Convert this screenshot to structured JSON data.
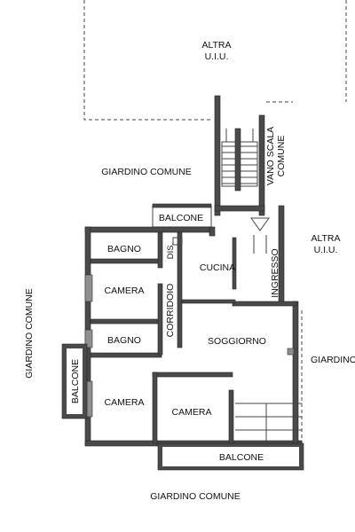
{
  "labels": {
    "altra_top_1": "ALTRA",
    "altra_top_2": "U.I.U.",
    "vano_scala": "VANO SCALA",
    "comune": "COMUNE",
    "giardino_top": "GIARDINO COMUNE",
    "balcone_top": "BALCONE",
    "altra_right_1": "ALTRA",
    "altra_right_2": "U.I.U.",
    "bagno_top": "BAGNO",
    "dis": "DIS.",
    "cucina": "CUCINA",
    "ingresso": "INGRESSO",
    "camera_1": "CAMERA",
    "corridoio": "CORRIDOIO",
    "giardino_left": "GIARDINO COMUNE",
    "bagno_bottom": "BAGNO",
    "soggiorno": "SOGGIORNO",
    "giardino_right": "GIARDINO",
    "balcone_left": "BALCONE",
    "camera_2": "CAMERA",
    "camera_3": "CAMERA",
    "balcone_bottom": "BALCONE",
    "giardino_bottom": "GIARDINO COMUNE"
  },
  "colors": {
    "wall": "#4a4a4a",
    "line": "#444444"
  }
}
